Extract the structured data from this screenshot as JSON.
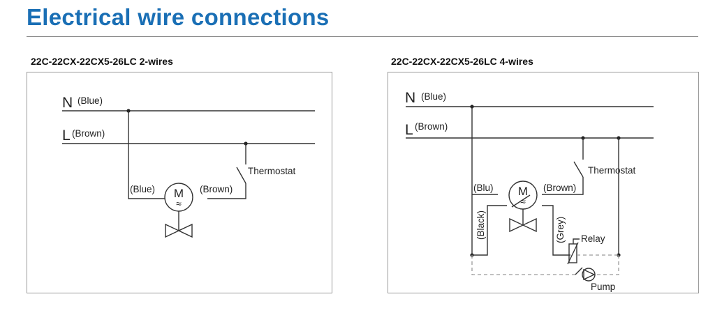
{
  "page": {
    "title": "Electrical wire connections",
    "title_color": "#1a6fb5"
  },
  "diagrams": [
    {
      "heading": "22C-22CX-22CX5-26LC 2-wires",
      "labels": {
        "n_letter": "N",
        "n_color": "(Blue)",
        "l_letter": "L",
        "l_color": "(Brown)",
        "thermostat": "Thermostat",
        "motor_left_wire": "(Blue)",
        "motor_right_wire": "(Brown)",
        "motor_symbol": "M",
        "motor_tilde": "≈"
      }
    },
    {
      "heading": "22C-22CX-22CX5-26LC 4-wires",
      "labels": {
        "n_letter": "N",
        "n_color": "(Blue)",
        "l_letter": "L",
        "l_color": "(Brown)",
        "thermostat": "Thermostat",
        "motor_left_wire": "(Blu)",
        "motor_right_wire": "(Brown)",
        "motor_symbol": "M",
        "motor_tilde": "≈",
        "black_wire": "(Black)",
        "grey_wire": "(Grey)",
        "relay": "Relay",
        "pump": "Pump"
      }
    }
  ]
}
